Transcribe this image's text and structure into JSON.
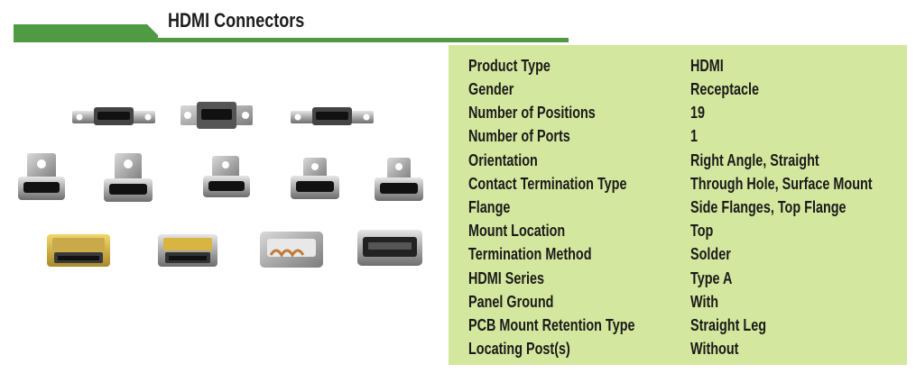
{
  "header": {
    "title": "HDMI Connectors"
  },
  "colors": {
    "accent_green": "#4f9a43",
    "panel_bg": "#d4e79e",
    "text": "#1a1a1a"
  },
  "photo": {
    "rows": [
      {
        "count": 3,
        "style": "flange-panel-mount"
      },
      {
        "count": 5,
        "style": "top-flange-right-angle"
      },
      {
        "count": 4,
        "style": "surface-mount-straight"
      }
    ]
  },
  "specs": [
    {
      "label": "Product Type",
      "value": "HDMI"
    },
    {
      "label": "Gender",
      "value": "Receptacle"
    },
    {
      "label": "Number of Positions",
      "value": "19"
    },
    {
      "label": "Number of Ports",
      "value": "1"
    },
    {
      "label": "Orientation",
      "value": "Right Angle, Straight"
    },
    {
      "label": "Contact Termination Type",
      "value": "Through Hole, Surface Mount"
    },
    {
      "label": "Flange",
      "value": "Side Flanges, Top Flange"
    },
    {
      "label": "Mount Location",
      "value": "Top"
    },
    {
      "label": "Termination Method",
      "value": "Solder"
    },
    {
      "label": "HDMI Series",
      "value": "Type A"
    },
    {
      "label": "Panel Ground",
      "value": "With"
    },
    {
      "label": "PCB Mount Retention Type",
      "value": "Straight Leg"
    },
    {
      "label": "Locating Post(s)",
      "value": "Without"
    }
  ]
}
